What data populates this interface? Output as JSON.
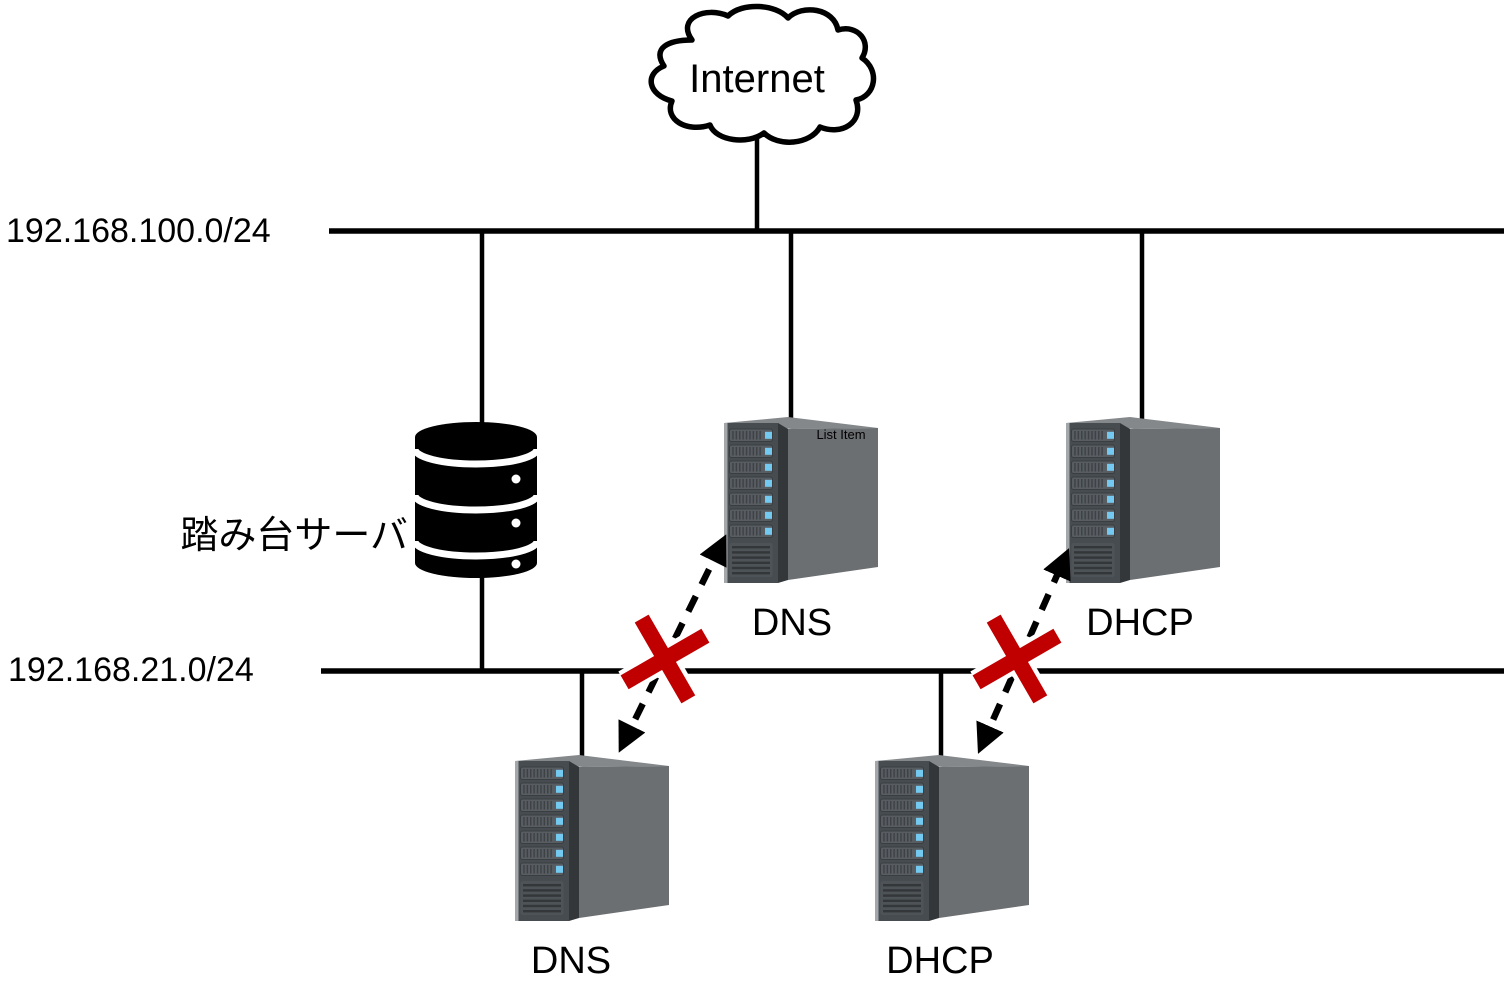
{
  "internet": {
    "label": "Internet"
  },
  "subnets": {
    "upper": {
      "cidr": "192.168.100.0/24"
    },
    "lower": {
      "cidr": "192.168.21.0/24"
    }
  },
  "bastion": {
    "label": "踏み台サーバ"
  },
  "servers": {
    "dns_upper": {
      "label": "DNS",
      "side_note": "List Item"
    },
    "dhcp_upper": {
      "label": "DHCP"
    },
    "dns_lower": {
      "label": "DNS"
    },
    "dhcp_lower": {
      "label": "DHCP"
    }
  },
  "connections": {
    "blocked": [
      {
        "from": "dns_lower",
        "to": "dns_upper"
      },
      {
        "from": "dhcp_lower",
        "to": "dhcp_upper"
      }
    ]
  },
  "colors": {
    "line": "#000000",
    "blocked_x": "#c00000",
    "cloud_fill": "#ffffff",
    "server_front": "#474c51",
    "server_side": "#6b6f72",
    "led": "#74c9f0",
    "database": "#000000"
  }
}
